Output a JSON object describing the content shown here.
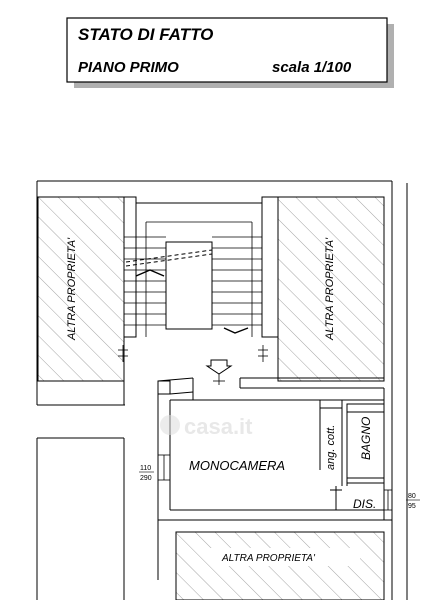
{
  "title_block": {
    "title": "STATO DI FATTO",
    "floor": "PIANO PRIMO",
    "scale": "scala 1/100"
  },
  "rooms": {
    "other_property_left": "ALTRA PROPRIETA'",
    "other_property_right": "ALTRA PROPRIETA'",
    "other_property_bottom": "ALTRA PROPRIETA'",
    "main_room": "MONOCAMERA",
    "kitchenette": "ang. cott.",
    "bathroom": "BAGNO",
    "hallway": "DIS."
  },
  "dimensions": {
    "window_left_width": "110",
    "window_left_height": "290",
    "window_right_width": "80",
    "window_right_height": "95"
  },
  "watermark": "casa.it",
  "colors": {
    "line": "#000000",
    "hatch": "#555555",
    "watermark": "#d9d9d9"
  }
}
